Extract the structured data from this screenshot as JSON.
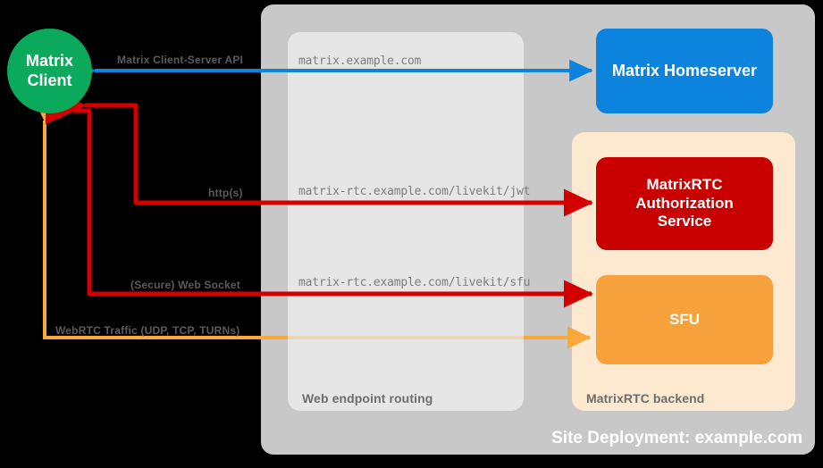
{
  "diagram": {
    "title": "Site Deployment: example.com",
    "client": {
      "label_line1": "Matrix",
      "label_line2": "Client",
      "color": "#0ba95c"
    },
    "containers": [
      {
        "id": "site",
        "caption": "Site Deployment: example.com",
        "color": "#c8c8c8"
      },
      {
        "id": "web",
        "caption": "Web endpoint routing",
        "color": "#e6e6e6"
      },
      {
        "id": "rtc",
        "caption": "MatrixRTC backend",
        "color": "#fde8d0"
      }
    ],
    "services": [
      {
        "id": "homeserver",
        "label": "Matrix Homeserver",
        "color": "#0c83dd"
      },
      {
        "id": "auth",
        "label_line1": "MatrixRTC",
        "label_line2": "Authorization",
        "label_line3": "Service",
        "color": "#c80000"
      },
      {
        "id": "sfu",
        "label": "SFU",
        "color": "#f7a13c"
      }
    ],
    "endpoints": [
      {
        "id": "ep-matrix",
        "text": "matrix.example.com"
      },
      {
        "id": "ep-jwt",
        "text": "matrix-rtc.example.com/livekit/jwt"
      },
      {
        "id": "ep-sfu",
        "text": "matrix-rtc.example.com/livekit/sfu"
      }
    ],
    "flows": [
      {
        "id": "cs-api",
        "label": "Matrix Client-Server API",
        "color": "#0c83dd",
        "direction": "bidirectional",
        "target": "homeserver"
      },
      {
        "id": "https",
        "label": "http(s)",
        "color": "#d40000",
        "direction": "bidirectional",
        "target": "auth"
      },
      {
        "id": "websock",
        "label": "(Secure) Web Socket",
        "color": "#d40000",
        "direction": "bidirectional",
        "target": "sfu"
      },
      {
        "id": "webrtc",
        "label": "WebRTC Traffic (UDP, TCP, TURNs)",
        "color": "#f9a83a",
        "direction": "bidirectional",
        "target": "sfu"
      }
    ]
  }
}
